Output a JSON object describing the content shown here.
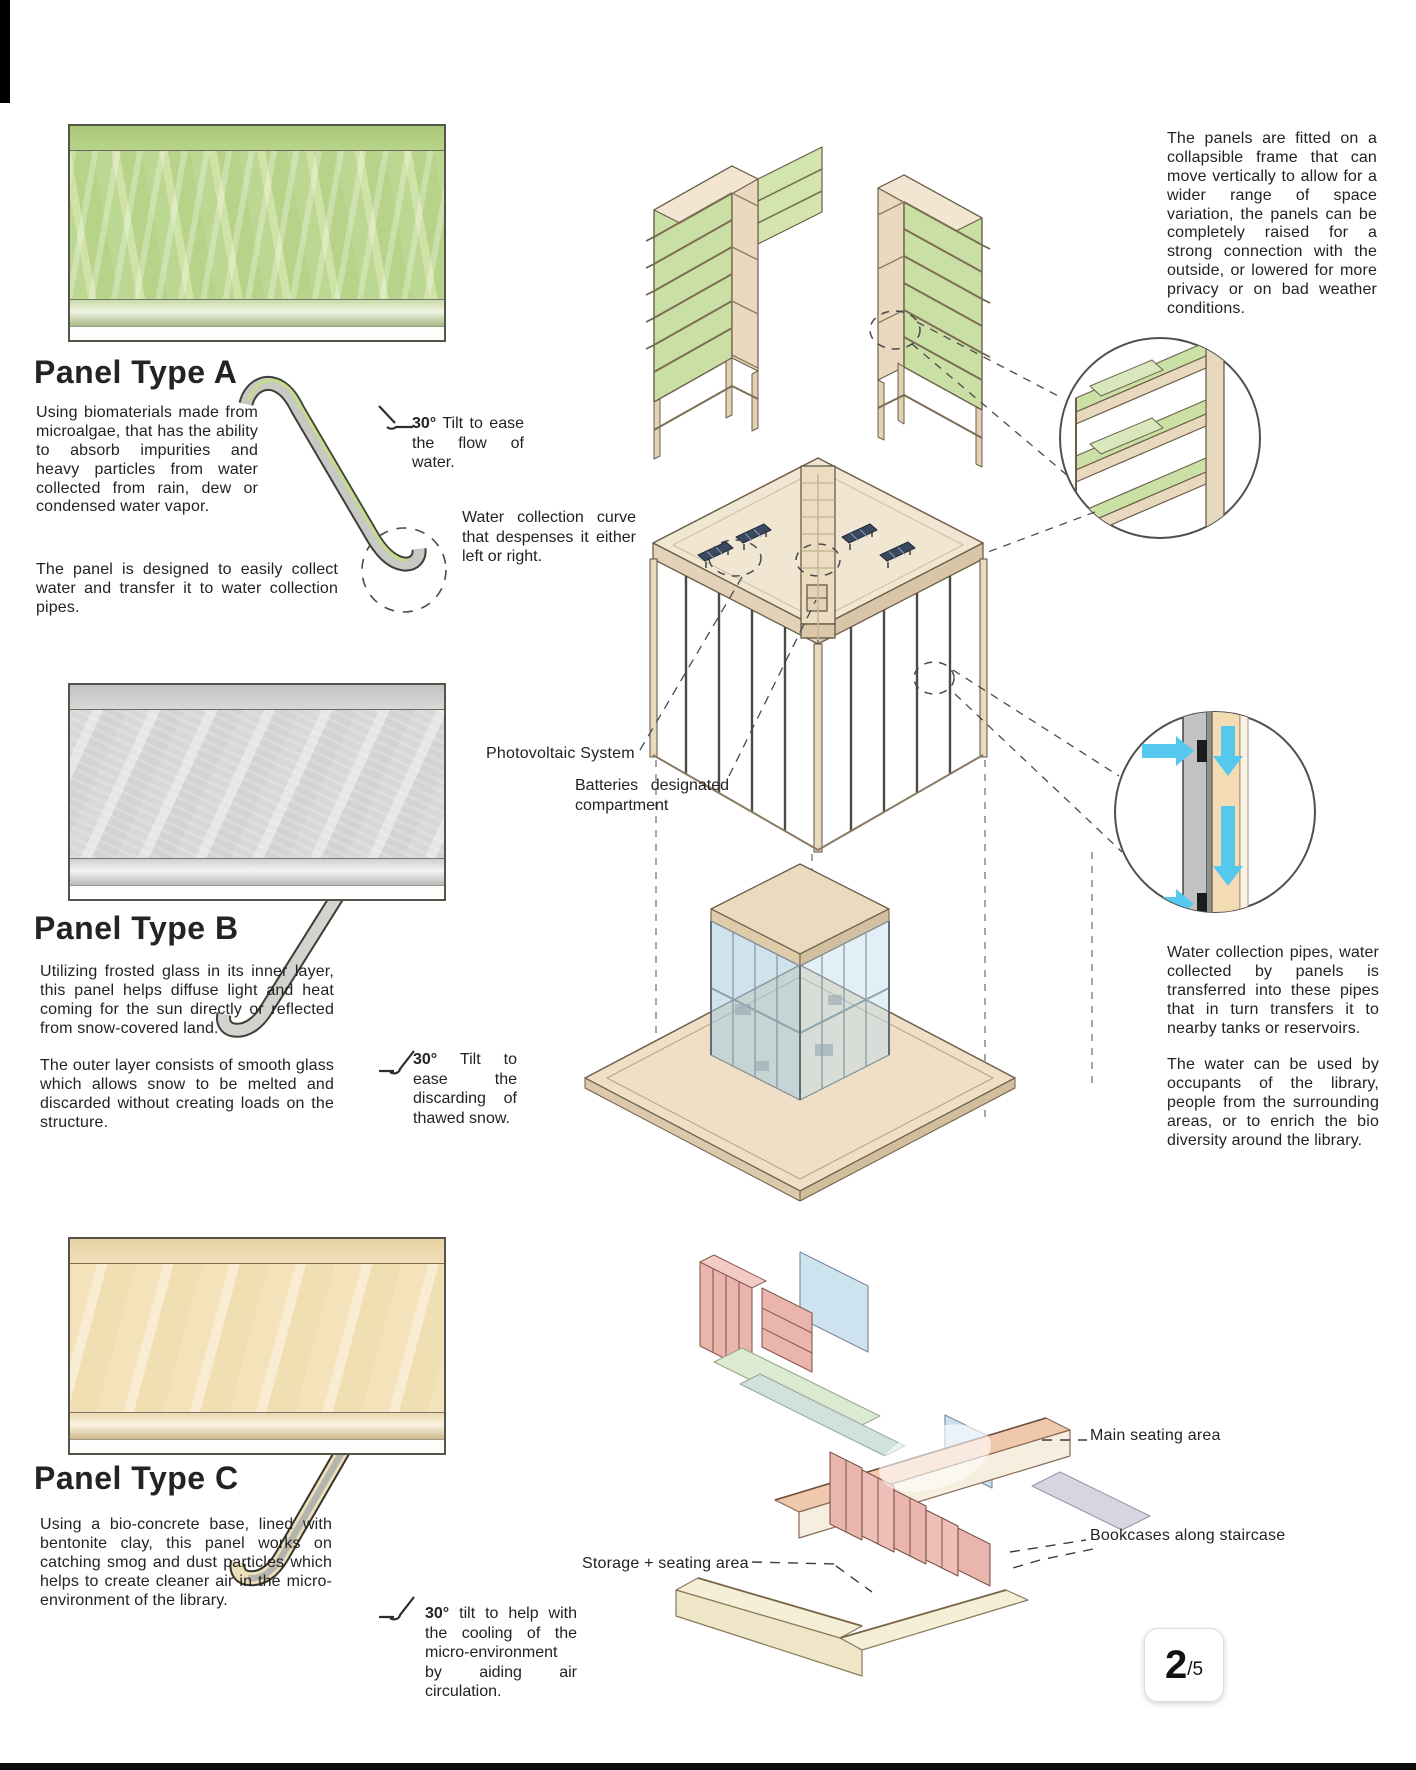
{
  "page": {
    "number": "2",
    "total": "/5"
  },
  "panel_a": {
    "title": "Panel Type A",
    "para1": "Using biomaterials made from microalgae, that has the ability to absorb impurities and heavy particles from water collected from rain, dew or condensed water vapor.",
    "para2": "The panel is designed to easily collect water and transfer it to water collection pipes.",
    "tilt_deg": "30°",
    "tilt_rest": "Tilt to ease the flow of water.",
    "curve_note": "Water collection curve that despenses it either left or right."
  },
  "panel_b": {
    "title": "Panel Type B",
    "para1": "Utilizing frosted glass in its inner layer, this panel helps diffuse light and heat coming for the sun directly or reflected from snow-covered land.",
    "para2": "The outer layer consists of smooth glass which allows snow to be melted and discarded without creating loads on the structure.",
    "tilt_deg": "30°",
    "tilt_rest": "Tilt to ease the discarding of thawed snow."
  },
  "panel_c": {
    "title": "Panel Type C",
    "para1": "Using a bio-concrete base, lined with bentonite clay, this panel works on catching smog and dust particles which helps to create cleaner air in the micro-environment of the library.",
    "tilt_deg": "30°",
    "tilt_rest": "tilt to help with the cooling of the micro-environment by aiding air circulation."
  },
  "right_column": {
    "collapsible_note": "The panels are fitted on a collapsible frame that can move vertically to allow for a wider range of space variation, the panels can be completely raised for a strong connection with the outside, or lowered for more privacy or on bad weather conditions.",
    "pipes_note": "Water collection pipes, water collected by panels is transferred into these pipes that in turn transfers it to nearby tanks or reservoirs.",
    "usage_note": "The water can be used by occupants of the library, people from the surrounding areas, or to enrich the bio diversity around the library."
  },
  "labels": {
    "photovoltaic": "Photovoltaic System",
    "batteries": "Batteries designated compartment",
    "main_seating": "Main seating area",
    "bookcases": "Bookcases along staircase",
    "storage": "Storage + seating area"
  },
  "colors": {
    "panel_a_green": "#bcd792",
    "panel_b_gray": "#d8d8d8",
    "panel_c_tan": "#f3e2ba",
    "water_arrow_blue": "#55c8f0",
    "wood_frame": "#e9d9bd",
    "bookcase_pink": "#eab6ad",
    "glass_blue": "#aed0e6"
  }
}
